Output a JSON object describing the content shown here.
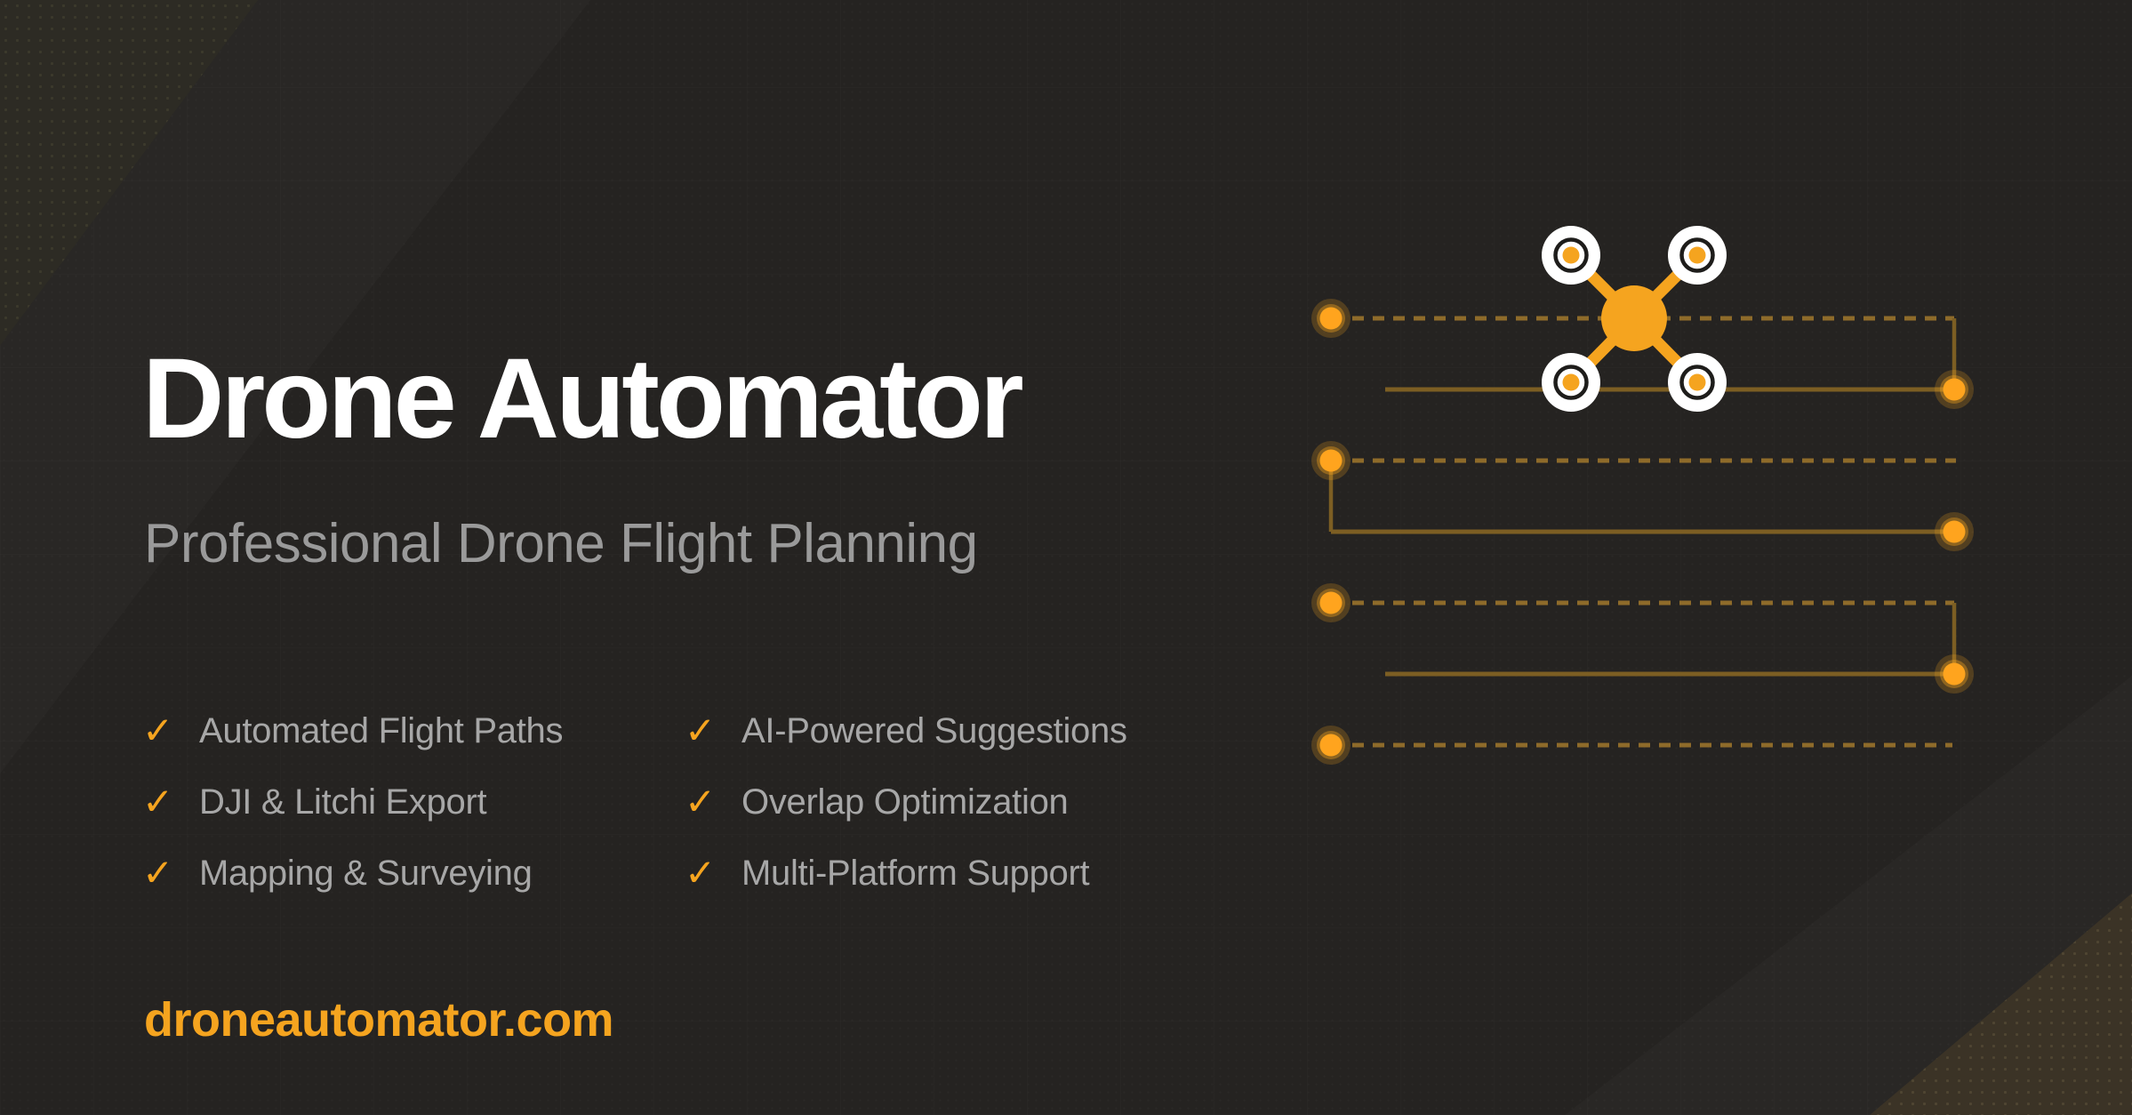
{
  "page": {
    "title": "Drone Automator",
    "subtitle": "Professional Drone Flight Planning",
    "website": "droneautomator.com"
  },
  "features": {
    "check_glyph": "✓",
    "items": [
      {
        "label": "Automated Flight Paths"
      },
      {
        "label": "AI-Powered Suggestions"
      },
      {
        "label": "DJI & Litchi Export"
      },
      {
        "label": "Overlap Optimization"
      },
      {
        "label": "Mapping & Surveying"
      },
      {
        "label": "Multi-Platform Support"
      }
    ]
  },
  "illustration": {
    "drone_icon": "quadcopter-drone",
    "pattern": "serpentine-survey-flight-path",
    "waypoint_dots": 7,
    "dashed_rows": 4,
    "solid_rows": 3
  },
  "colors": {
    "background": "#252321",
    "accent": "#F5A41F",
    "path_dashed": "#8E6B2A",
    "path_solid": "#7C5E23",
    "waypoint_dot": "#FFA41E",
    "title_text": "#FFFFFF",
    "subtitle_text": "#9A9A9A",
    "feature_text": "#A7A7A7",
    "drone_ring": "#1E1D1B",
    "rotor_white": "#FFFFFF",
    "corner_tl": "#2D2B24",
    "corner_br": "#3B3326"
  }
}
